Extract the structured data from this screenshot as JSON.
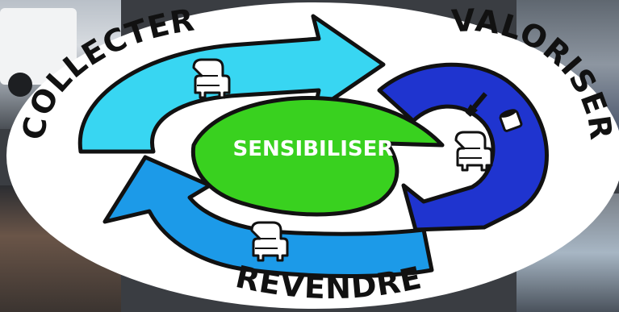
{
  "diagram": {
    "center": {
      "label": "SENSIBILISER",
      "color": "#39d11f"
    },
    "stages": [
      {
        "label": "COLLECTER",
        "color": "#38d6f2",
        "icon": "armchair-icon"
      },
      {
        "label": "VALORISER",
        "color": "#1f34cf",
        "icon": "armchair-icon"
      },
      {
        "label": "REVENDRE",
        "color": "#1c9ae8",
        "icon": "armchair-icon"
      }
    ],
    "extra_icons": [
      "brush-icon",
      "paint-pot-icon"
    ]
  }
}
